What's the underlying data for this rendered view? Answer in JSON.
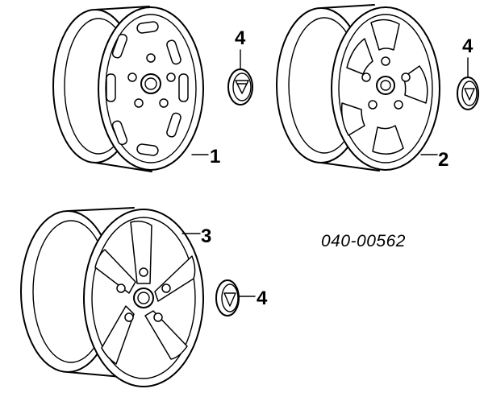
{
  "callouts": [
    {
      "id": "wheel-1",
      "label": "1"
    },
    {
      "id": "wheel-2",
      "label": "2"
    },
    {
      "id": "wheel-3",
      "label": "3"
    },
    {
      "id": "cap-top-left",
      "label": "4"
    },
    {
      "id": "cap-top-right",
      "label": "4"
    },
    {
      "id": "cap-bottom",
      "label": "4"
    }
  ],
  "diagram_code": "040-00562"
}
